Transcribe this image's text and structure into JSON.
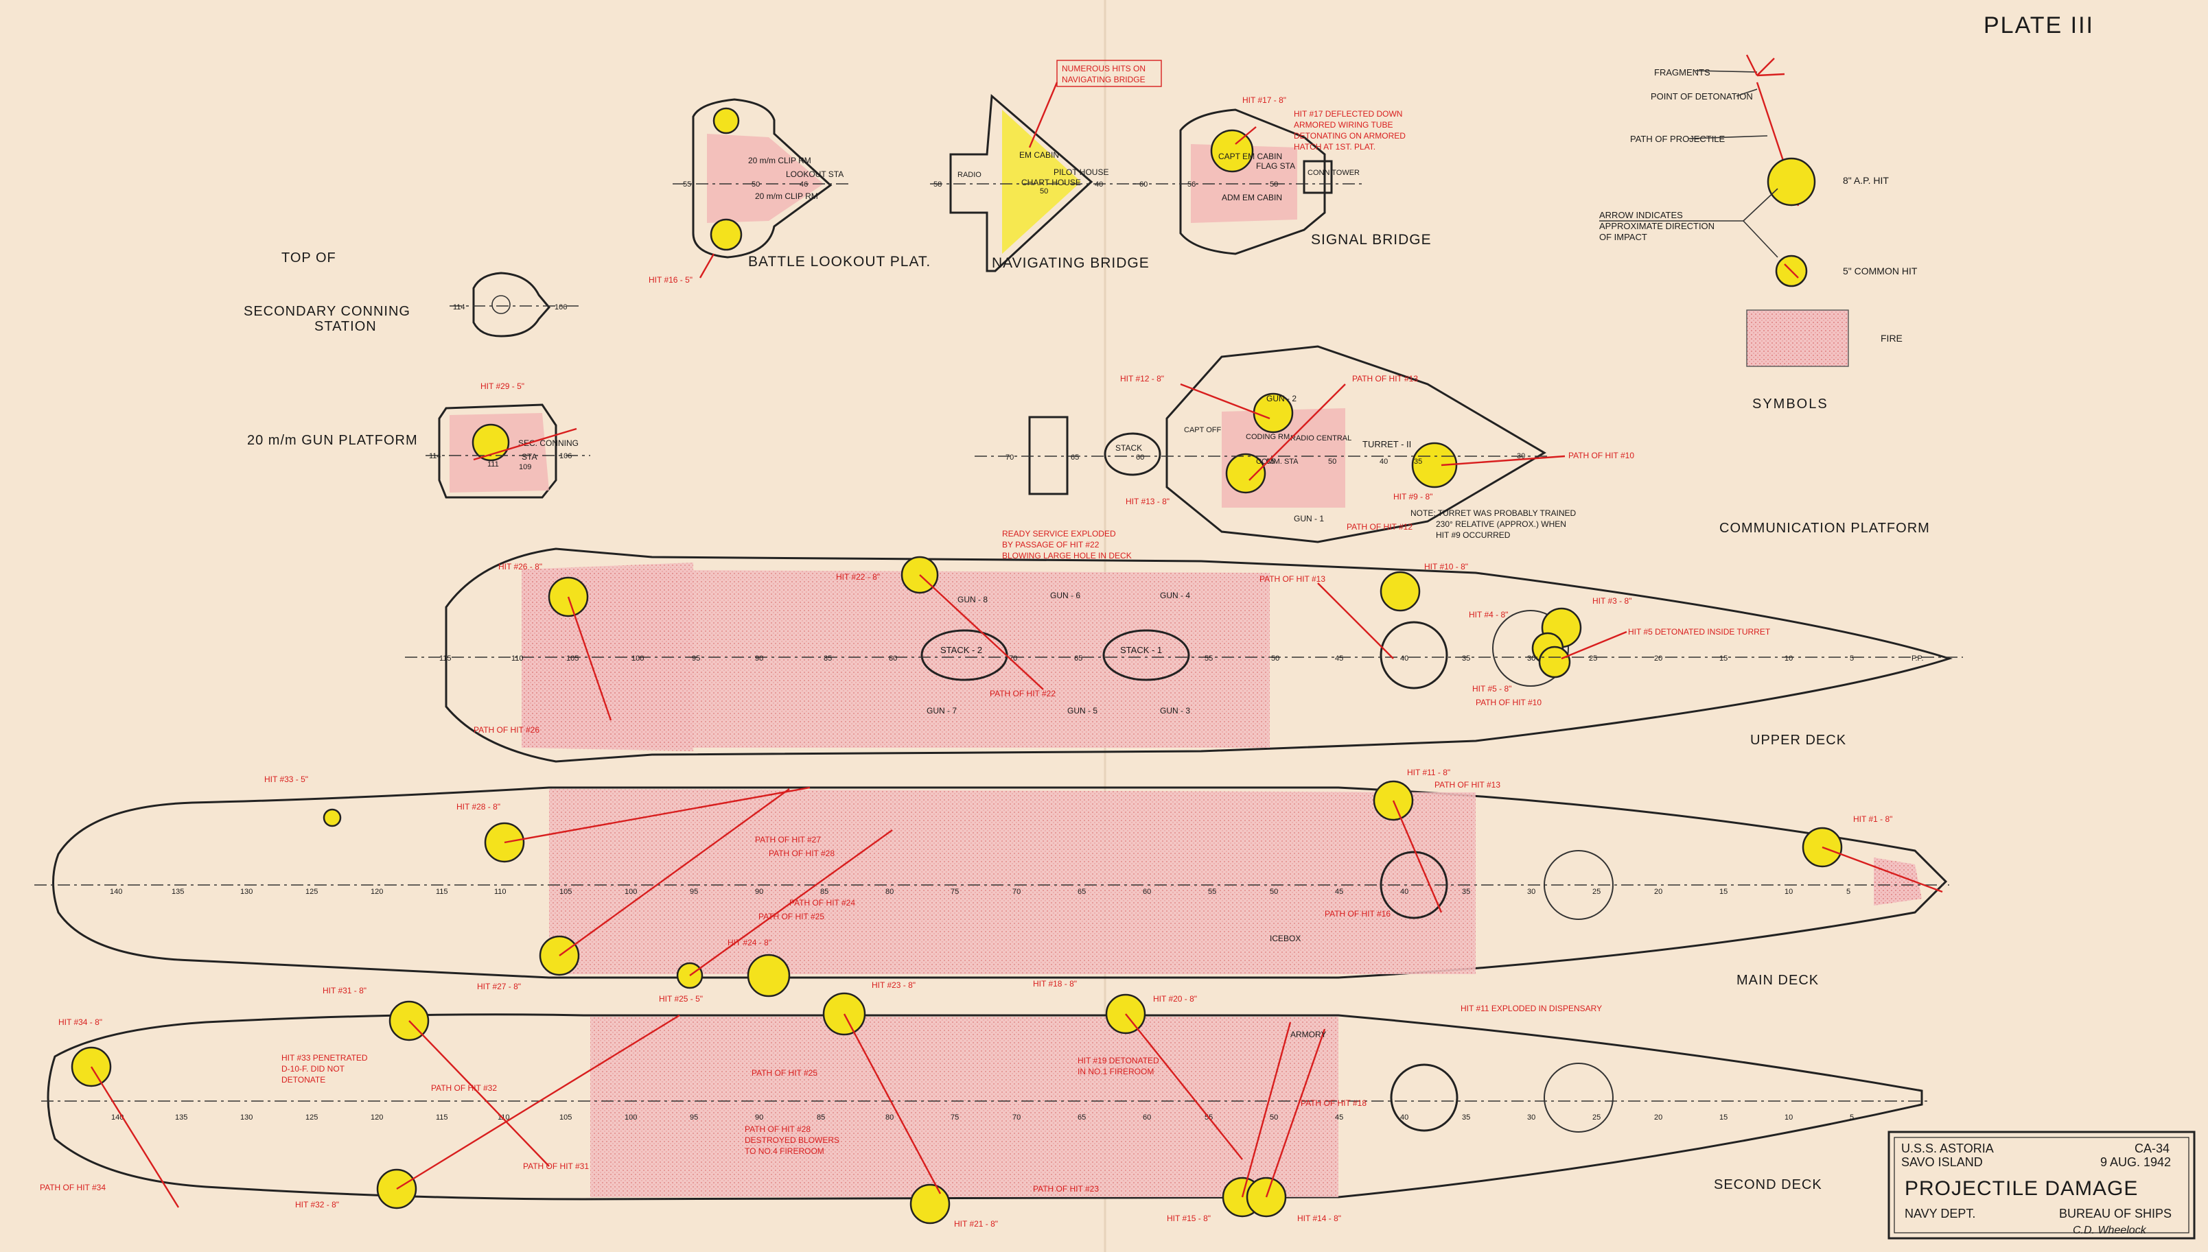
{
  "plate_label": "PLATE III",
  "symbols": {
    "title": "SYMBOLS",
    "fragments": "FRAGMENTS",
    "point_of_detonation": "POINT OF DETONATION",
    "path_of_projectile": "PATH OF PROJECTILE",
    "ap_hit": "8\" A.P. HIT",
    "arrow_line1": "ARROW INDICATES",
    "arrow_line2": "APPROXIMATE DIRECTION",
    "arrow_line3": "OF IMPACT",
    "common_hit": "5\" COMMON HIT",
    "fire": "FIRE"
  },
  "sections": {
    "battle_lookout": "BATTLE LOOKOUT PLAT.",
    "navigating_bridge": "NAVIGATING BRIDGE",
    "signal_bridge": "SIGNAL BRIDGE",
    "top_sec_1": "TOP OF",
    "top_sec_2": "SECONDARY CONNING",
    "top_sec_3": "STATION",
    "gun_platform": "20 m/m GUN PLATFORM",
    "communication_platform": "COMMUNICATION PLATFORM",
    "upper_deck": "UPPER DECK",
    "main_deck": "MAIN DECK",
    "second_deck": "SECOND DECK"
  },
  "notes": {
    "numerous_1": "NUMEROUS HITS ON",
    "numerous_2": "NAVIGATING BRIDGE",
    "hit17_1": "HIT #17 - 8\"",
    "hit17_2": "HIT #17 DEFLECTED DOWN",
    "hit17_3": "ARMORED WIRING TUBE",
    "hit17_4": "DETONATING ON ARMORED",
    "hit17_5": "HATCH AT 1ST. PLAT.",
    "hit16": "HIT #16 - 5\"",
    "hit29": "HIT #29 - 5\"",
    "hit12": "HIT #12 - 8\"",
    "path13a": "PATH OF HIT #13",
    "path10a": "PATH OF HIT #10",
    "hit9": "HIT #9 - 8\"",
    "hit13": "HIT #13 - 8\"",
    "path12": "PATH OF HIT #12",
    "turret_note_1": "NOTE: TURRET WAS PROBABLY TRAINED",
    "turret_note_2": "230° RELATIVE (APPROX.) WHEN",
    "turret_note_3": "HIT #9 OCCURRED",
    "hit22": "HIT #22 - 8\"",
    "ready_1": "READY SERVICE EXPLODED",
    "ready_2": "BY PASSAGE OF HIT #22",
    "ready_3": "BLOWING LARGE HOLE IN DECK",
    "hit26": "HIT #26 - 8\"",
    "path13b": "PATH OF HIT #13",
    "hit10": "HIT #10 - 8\"",
    "hit3": "HIT #3 - 8\"",
    "hit4": "HIT #4 - 8\"",
    "hit5_note": "HIT #5 DETONATED INSIDE TURRET",
    "hit5": "HIT #5 - 8\"",
    "path10b": "PATH OF HIT #10",
    "path22": "PATH OF HIT #22",
    "path26": "PATH OF HIT #26",
    "hit33": "HIT #33 - 5\"",
    "hit28": "HIT #28 - 8\"",
    "hit11": "HIT #11 - 8\"",
    "path13c": "PATH OF HIT #13",
    "hit1": "HIT #1 - 8\"",
    "path27": "PATH OF HIT #27",
    "path28": "PATH OF HIT #28",
    "path24": "PATH OF HIT #24",
    "path25a": "PATH OF HIT #25",
    "path16": "PATH OF HIT #16",
    "hit24": "HIT #24 - 8\"",
    "icebox": "ICEBOX",
    "hit27": "HIT #27 - 8\"",
    "hit25": "HIT #25 - 5\"",
    "hit23": "HIT #23 - 8\"",
    "hit18": "HIT #18 - 8\"",
    "hit20": "HIT #20 - 8\"",
    "hit31": "HIT #31 - 8\"",
    "hit11_note": "HIT #11 EXPLODED IN DISPENSARY",
    "hit34": "HIT #34 - 8\"",
    "hit33_1": "HIT #33 PENETRATED",
    "hit33_2": "D-10-F. DID NOT",
    "hit33_3": "DETONATE",
    "path32": "PATH OF HIT #32",
    "path25b": "PATH OF HIT #25",
    "hit19_1": "HIT #19 DETONATED",
    "hit19_2": "IN NO.1 FIREROOM",
    "armory": "ARMORY",
    "path18": "PATH OF HIT #18",
    "path28b_1": "PATH OF HIT #28",
    "path28b_2": "DESTROYED BLOWERS",
    "path28b_3": "TO NO.4 FIREROOM",
    "path31": "PATH OF HIT #31",
    "path34": "PATH OF HIT #34",
    "hit32": "HIT #32 - 8\"",
    "hit21": "HIT #21 - 8\"",
    "path23": "PATH OF HIT #23",
    "hit15": "HIT #15 - 8\"",
    "hit14": "HIT #14 - 8\""
  },
  "stations": {
    "stack1": "STACK - 1",
    "stack2": "STACK - 2",
    "turret2": "TURRET - II",
    "gun1": "GUN - 1",
    "gun2": "GUN - 2",
    "gun3": "GUN - 3",
    "gun4": "GUN - 4",
    "gun5": "GUN - 5",
    "gun6": "GUN - 6",
    "gun7": "GUN - 7",
    "gun8": "GUN - 8",
    "stack_comm": "STACK",
    "capt_off": "CAPT OFF",
    "coding_rm": "CODING RM",
    "radio_central": "RADIO CENTRAL",
    "comm_sta": "COMM. STA",
    "radio": "RADIO",
    "em_cabin": "EM CABIN",
    "chart_house": "CHART HOUSE",
    "pilot_house": "PILOT HOUSE",
    "flag_sta": "FLAG STA",
    "conn_tower": "CONN TOWER",
    "adm_cabin": "ADM EM CABIN",
    "cap_cabin": "CAPT EM CABIN",
    "lookout_sta": "LOOKOUT STA",
    "clip_rm1": "20 m/m CLIP RM",
    "clip_rm2": "20 m/m CLIP RM",
    "sec_conning": "SEC. CONNING",
    "sta": "STA",
    "fp": "F.P."
  },
  "frames": {
    "upper": [
      "115",
      "110",
      "105",
      "100",
      "95",
      "90",
      "85",
      "80",
      "75",
      "70",
      "65",
      "60",
      "55",
      "50",
      "45",
      "40",
      "35",
      "30",
      "25",
      "20",
      "15",
      "10",
      "5"
    ],
    "main": [
      "140",
      "135",
      "130",
      "125",
      "120",
      "115",
      "110",
      "105",
      "100",
      "95",
      "90",
      "85",
      "80",
      "75",
      "70",
      "65",
      "60",
      "55",
      "50",
      "45",
      "40",
      "35",
      "30",
      "25",
      "20",
      "15",
      "10",
      "5"
    ],
    "second": [
      "140",
      "135",
      "130",
      "125",
      "120",
      "115",
      "110",
      "105",
      "100",
      "95",
      "90",
      "85",
      "80",
      "75",
      "70",
      "65",
      "60",
      "55",
      "50",
      "45",
      "40",
      "35",
      "30",
      "25",
      "20",
      "15",
      "10",
      "5"
    ],
    "comm": [
      "70",
      "65",
      "60",
      "55",
      "50",
      "45",
      "40",
      "35",
      "30"
    ],
    "nav": [
      "58",
      "50",
      "40"
    ],
    "lookout": [
      "55",
      "50",
      "46"
    ],
    "signal": [
      "60",
      "56",
      "50"
    ],
    "sec": [
      "114",
      "106"
    ],
    "gunplat": [
      "114",
      "111",
      "109",
      "106"
    ]
  },
  "title_block": {
    "ship": "U.S.S. ASTORIA",
    "place": "SAVO ISLAND",
    "hull": "CA-34",
    "date": "9 AUG. 1942",
    "title": "PROJECTILE DAMAGE",
    "dept": "NAVY DEPT.",
    "bureau": "BUREAU OF SHIPS",
    "signature": "C.D. Wheelock"
  }
}
